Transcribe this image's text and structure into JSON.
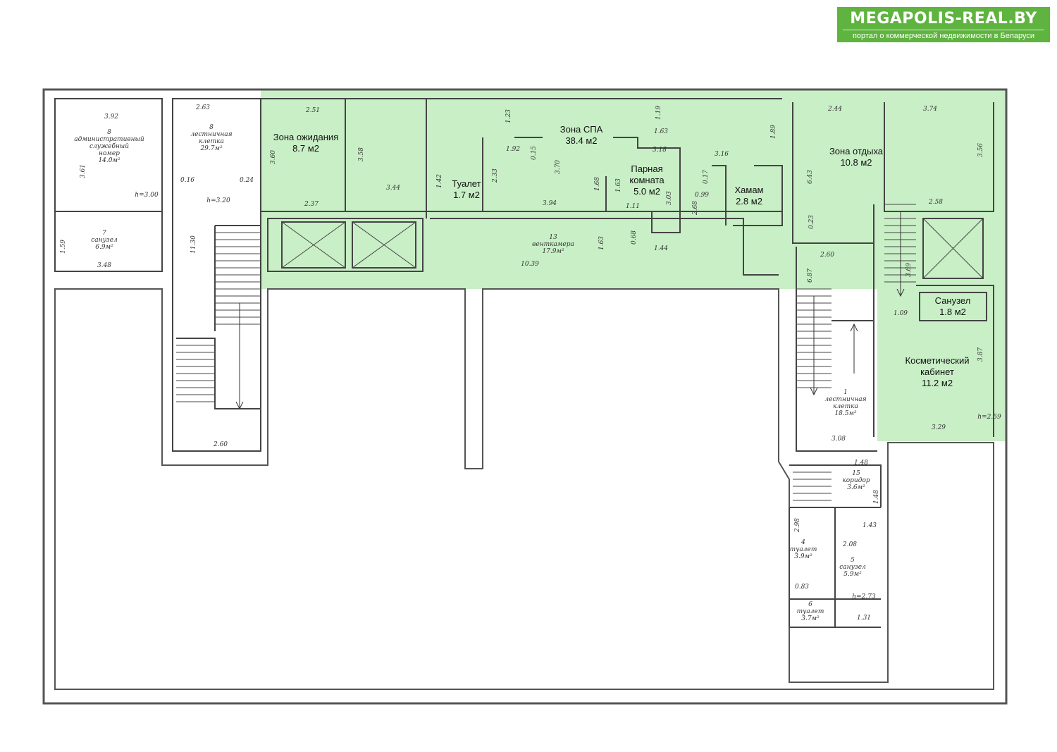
{
  "brand": {
    "title": "MEGAPOLIS-REAL.BY",
    "subtitle": "портал о коммерческой недвижимости в Беларуси",
    "color": "#5fb33f"
  },
  "highlight_color": "#c9efc6",
  "zones": [
    {
      "name": "Зона ожидания",
      "area": "8.7 м2"
    },
    {
      "name": "Зона СПА",
      "area": "38.4 м2"
    },
    {
      "name": "Туалет",
      "area": "1.7 м2"
    },
    {
      "name": "Парная",
      "name2": "комната",
      "area": "5.0 м2"
    },
    {
      "name": "Хамам",
      "area": "2.8 м2"
    },
    {
      "name": "Зона отдыха",
      "area": "10.8 м2"
    },
    {
      "name": "Санузел",
      "area": "1.8 м2"
    },
    {
      "name": "Косметический",
      "name2": "кабинет",
      "area": "11.2 м2"
    }
  ],
  "rooms": [
    {
      "num": "8",
      "name": "административный",
      "name2": "служебный",
      "name3": "номер",
      "area": "14.0м²"
    },
    {
      "num": "8",
      "name": "лестничная",
      "name2": "клетка",
      "area": "29.7м²"
    },
    {
      "num": "7",
      "name": "санузел",
      "area": "6.9м²"
    },
    {
      "num": "13",
      "name": "венткамера",
      "area": "17.9м²"
    },
    {
      "num": "1",
      "name": "лестничная",
      "name2": "клетка",
      "area": "18.5м²"
    },
    {
      "num": "15",
      "name": "коридор",
      "area": "3.6м²"
    },
    {
      "num": "4",
      "name": "туалет",
      "area": "3.9м²"
    },
    {
      "num": "5",
      "name": "санузел",
      "area": "5.9м²"
    },
    {
      "num": "6",
      "name": "туалет",
      "area": "3.7м²"
    }
  ],
  "dims": [
    "3.92",
    "2.63",
    "2.51",
    "1.23",
    "1.19",
    "2.44",
    "3.74",
    "3.61",
    "3.60",
    "3.58",
    "1.63",
    "1.92",
    "3.18",
    "3.16",
    "1.89",
    "3.56",
    "6.43",
    "0.16",
    "0.24",
    "3.44",
    "1.42",
    "2.33",
    "0.15",
    "3.70",
    "1.68",
    "1.63",
    "0.17",
    "0.99",
    "2.68",
    "3.03",
    "2.37",
    "3.94",
    "1.11",
    "2.58",
    "0.23",
    "1.59",
    "3.48",
    "11.30",
    "1.63",
    "0.68",
    "1.44",
    "10.39",
    "2.60",
    "6.87",
    "3.69",
    "1.09",
    "3.87",
    "3.29",
    "2.60",
    "3.08",
    "1.48",
    "1.43",
    "2.98",
    "2.08",
    "0.83",
    "1.31",
    "1.48"
  ],
  "heights": [
    "h=3.00",
    "h=3.20",
    "h=2.59",
    "h=2.73"
  ]
}
